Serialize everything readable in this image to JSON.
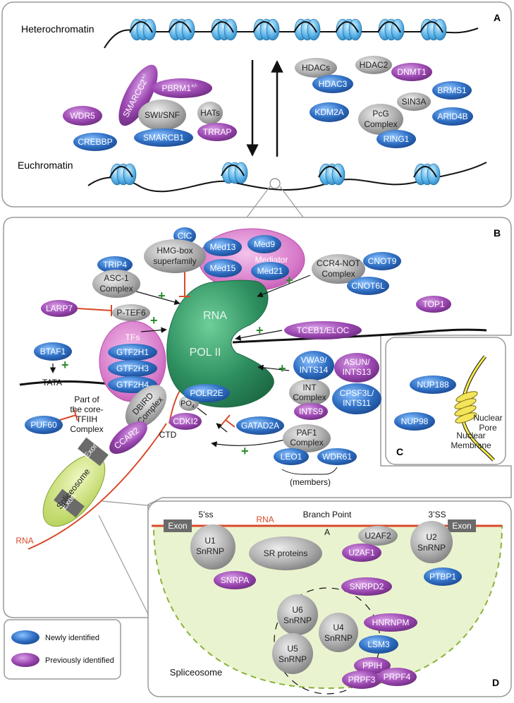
{
  "panels": {
    "a": "A",
    "b": "B",
    "c": "C",
    "d": "D"
  },
  "panel_a": {
    "heterochromatin": "Heterochromatin",
    "euchromatin": "Euchromatin",
    "proteins": {
      "wdr5": "WDR5",
      "smarcc2": "SMARCC2",
      "smarcc2_sup": "+/-",
      "pbrm1": "PBRM1",
      "pbrm1_sup": "+/-",
      "swisnf": "SWI/SNF",
      "smarcb1": "SMARCB1",
      "crebbp": "CREBBP",
      "hats": "HATs",
      "trrap": "TRRAP",
      "hdacs": "HDACs",
      "hdac3": "HDAC3",
      "hdac2": "HDAC2",
      "dnmt1": "DNMT1",
      "kdm2a": "KDM2A",
      "sin3a": "SIN3A",
      "brms1": "BRMS1",
      "arid4b": "ARID4B",
      "pcg_1": "PcG",
      "pcg_2": "Complex",
      "ring1": "RING1"
    }
  },
  "panel_b": {
    "cic": "CIC",
    "hmg_1": "HMG-box",
    "hmg_2": "superfamily",
    "trip4": "TRIP4",
    "asc_1": "ASC-1",
    "asc_2": "Complex",
    "mediator": "Mediator",
    "med13": "Med13",
    "med9": "Med9",
    "med15": "Med15",
    "med21": "Med21",
    "ccr4_1": "CCR4-NOT",
    "ccr4_2": "Complex",
    "cnot9": "CNOT9",
    "cnot6l": "CNOT6L",
    "larp7": "LARP7",
    "ptef6": "P-TEF6",
    "rna": "RNA",
    "pol2": "POL II",
    "tceb1": "TCEB1/ELOC",
    "top1": "TOP1",
    "btaf1": "BTAF1",
    "tata": "TATA",
    "tfs": "TFs",
    "gtf2h1": "GTF2H1",
    "gtf2h3": "GTF2H3",
    "gtf2h4": "GTF2H4",
    "core_1": "Part of",
    "core_2": "the core-",
    "core_3": "TFIIH",
    "core_4": "Complex",
    "puf60": "PUF60",
    "dbird_1": "DBIRD",
    "dbird_2": "Complex",
    "ccar2": "CCAR2",
    "po4": "PO",
    "po4_sub": "4",
    "cdki2": "CDKI2",
    "ctd": "CTD",
    "polr2e": "POLR2E",
    "gatad2a": "GATAD2A",
    "vwa9_1": "VWA9/",
    "vwa9_2": "INTS14",
    "asun_1": "ASUN/",
    "asun_2": "INTS13",
    "int_1": "INT",
    "int_2": "Complex",
    "cpsf_1": "CPSF3L/",
    "cpsf_2": "INTS11",
    "ints9": "INTS9",
    "paf1_1": "PAF1",
    "paf1_2": "Complex",
    "leo1": "LEO1",
    "wdr61": "WDR61",
    "members": "(members)",
    "exon1": "Exon",
    "exon2": "Exon",
    "spliceosome": "Spliceosome",
    "rna_lower": "RNA",
    "plus": "+"
  },
  "panel_c": {
    "nup188": "NUP188",
    "nup98": "NUP98",
    "pore_1": "Nuclear",
    "pore_2": "Pore",
    "membrane_1": "Nuclear",
    "membrane_2": "Membrane"
  },
  "panel_d": {
    "ss5": "5’ss",
    "ss3": "3’SS",
    "branch": "Branch Point",
    "rna": "RNA",
    "a": "A",
    "exon_l": "Exon",
    "exon_r": "Exon",
    "u1_1": "U1",
    "u1_2": "SnRNP",
    "u2_1": "U2",
    "u2_2": "SnRNP",
    "u2af2": "U2AF2",
    "u2af1": "U2AF1",
    "sr": "SR proteins",
    "snrpa": "SNRPA",
    "ptbp1": "PTBP1",
    "snrpd2": "SNRPD2",
    "u6_1": "U6",
    "u6_2": "SnRNP",
    "u4_1": "U4",
    "u4_2": "SnRNP",
    "u5_1": "U5",
    "u5_2": "SnRNP",
    "hnrnpm": "HNRNPM",
    "lsm3": "LSM3",
    "ppih": "PPIH",
    "prpf3": "PRPF3",
    "prpf4": "PRPF4",
    "spliceosome": "Spliceosome"
  },
  "legend": {
    "new": "Newly identified",
    "prev": "Previously identified"
  },
  "colors": {
    "blue": "#2f6fc4",
    "purple": "#9c48b2",
    "gray": "#a9a9a9",
    "pol": "#2e8f60",
    "magenta": "#d779c9",
    "green_lt": "#e9f2cf",
    "red": "#d94a2b",
    "plus": "#2b8a2b"
  }
}
